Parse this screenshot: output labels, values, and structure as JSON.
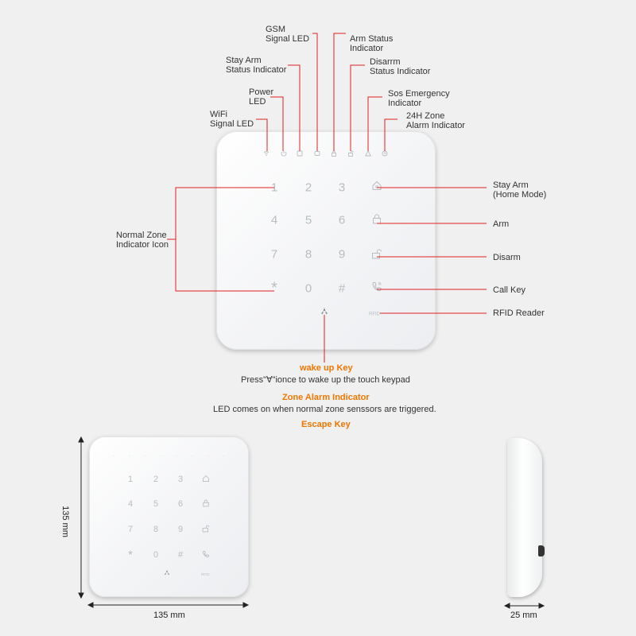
{
  "callouts_top": {
    "wifi": "WiFi\nSignal LED",
    "power": "Power\nLED",
    "stay_arm": "Stay Arm\nStatus Indicator",
    "gsm": "GSM\nSignal LED",
    "arm_status": "Arm Status\nIndicator",
    "disarm_status": "Disarrm\nStatus Indicator",
    "sos": "Sos Emergency\nIndicator",
    "alarm24h": "24H Zone\nAlarm Indicator"
  },
  "callouts_right": {
    "stay_arm_key": "Stay Arm\n(Home Mode)",
    "arm_key": "Arm",
    "disarm_key": "Disarm",
    "call_key": "Call Key",
    "rfid": "RFID Reader"
  },
  "callout_left": "Normal Zone\nIndicator Icon",
  "keys": [
    "1",
    "2",
    "3",
    "4",
    "5",
    "6",
    "7",
    "8",
    "9",
    "*",
    "0",
    "#"
  ],
  "wake_up": {
    "title": "wake up Key",
    "note": "Press\"Ɐ\"ionce to wake up the touch keypad"
  },
  "zone_alarm": {
    "title": "Zone Alarm Indicator",
    "note": "LED comes on when normal zone senssors are triggered."
  },
  "escape": {
    "title": "Escape Key"
  },
  "dimensions": {
    "height": "135 mm",
    "width": "135 mm",
    "depth": "25 mm"
  },
  "colors": {
    "callout_line": "#e02020",
    "accent_text": "#ee7700",
    "key_glyph": "#b9bcc0"
  },
  "icons": {
    "top_leds": [
      "wifi-icon",
      "power-icon",
      "stay-arm-status-icon",
      "gsm-icon",
      "arm-status-icon",
      "disarm-status-icon",
      "sos-icon",
      "alarm-24h-icon"
    ],
    "side_keys": [
      "home-icon",
      "lock-icon",
      "unlock-icon",
      "phone-icon",
      "rfid-icon"
    ],
    "wake": "fan-icon"
  }
}
